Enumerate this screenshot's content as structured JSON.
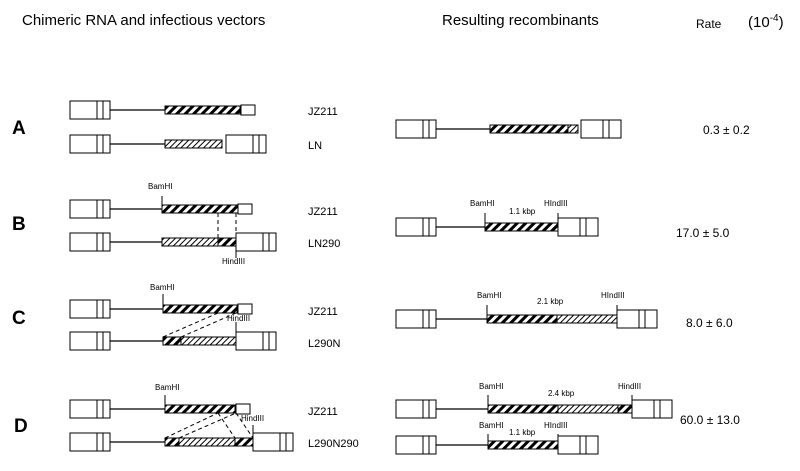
{
  "headers": {
    "left": "Chimeric RNA and infectious vectors",
    "middle": "Resulting recombinants",
    "rate_label": "Rate",
    "rate_unit_base": "(10",
    "rate_unit_exp": "-4",
    "rate_unit_close": ")"
  },
  "sections": [
    {
      "letter": "A",
      "vectors": [
        "JZ211",
        "LN"
      ],
      "rate": "0.3 ± 0.2",
      "recombinants": [
        {
          "sites": [],
          "size": ""
        }
      ],
      "vector_sites": []
    },
    {
      "letter": "B",
      "vectors": [
        "JZ211",
        "LN290"
      ],
      "rate": "17.0 ± 5.0",
      "recombinants": [
        {
          "sites": [
            "BamHI",
            "HIndIII"
          ],
          "size": "1.1 kbp"
        }
      ],
      "vector_sites": [
        "BamHI",
        "HindIII"
      ]
    },
    {
      "letter": "C",
      "vectors": [
        "JZ211",
        "L290N"
      ],
      "rate": "8.0 ± 6.0",
      "recombinants": [
        {
          "sites": [
            "BamHI",
            "HIndIII"
          ],
          "size": "2.1 kbp"
        }
      ],
      "vector_sites": [
        "BamHI",
        "HindIII"
      ]
    },
    {
      "letter": "D",
      "vectors": [
        "JZ211",
        "L290N290"
      ],
      "rate": "60.0 ± 13.0",
      "recombinants": [
        {
          "sites": [
            "BamHI",
            "HindIII"
          ],
          "size": "2.4 kbp"
        },
        {
          "sites": [
            "BamHI",
            "HIndIII"
          ],
          "size": "1.1 kbp"
        }
      ],
      "vector_sites": [
        "BamHI",
        "HindIII"
      ]
    }
  ]
}
